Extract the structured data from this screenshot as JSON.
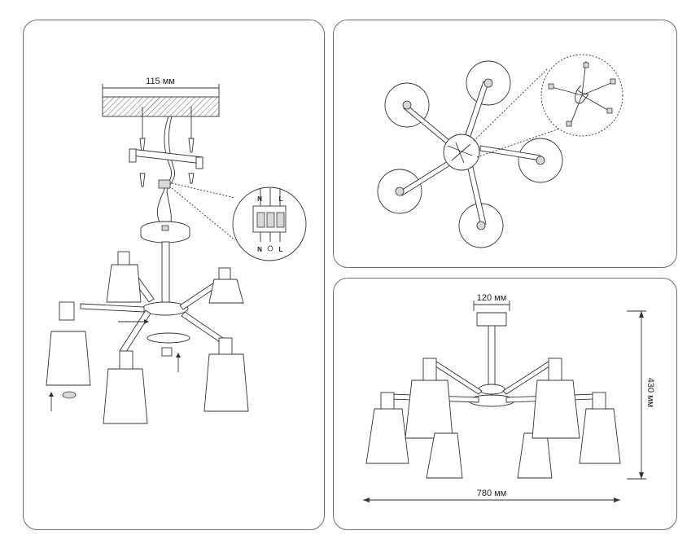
{
  "installation": {
    "ceiling_width_label": "115 мм",
    "terminal_labels": [
      "N",
      "L"
    ]
  },
  "dimensions": {
    "canopy_label": "120 мм",
    "width_label": "780 мм",
    "height_label": "430 мм"
  }
}
